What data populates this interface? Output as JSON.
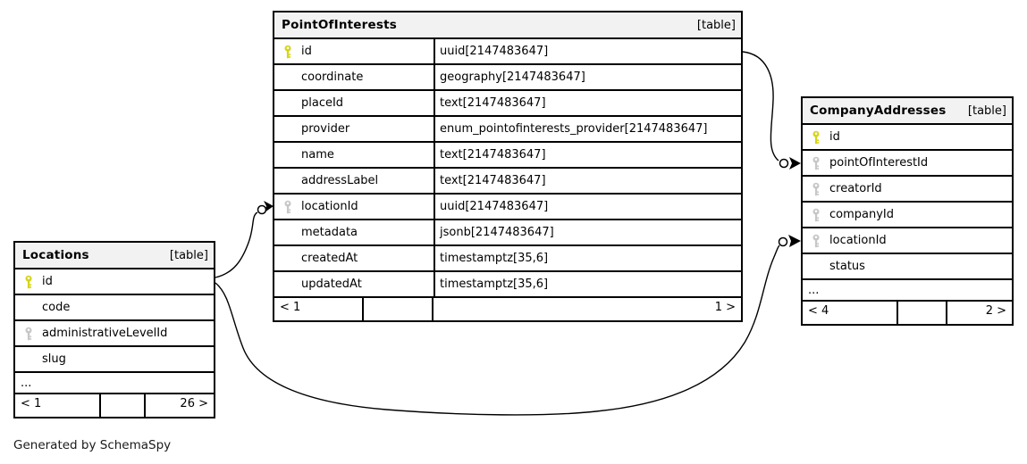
{
  "caption": "Generated by SchemaSpy",
  "colors": {
    "primary_key_icon": "#d5d516",
    "foreign_key_icon": "#c7c7c7",
    "header_background": "#f2f2f2",
    "border": "#000000"
  },
  "tables": {
    "pointofinterests": {
      "title": "PointOfInterests",
      "tag": "[table]",
      "columns": [
        {
          "name": "id",
          "type": "uuid[2147483647]",
          "key": "primary"
        },
        {
          "name": "coordinate",
          "type": "geography[2147483647]",
          "key": "none"
        },
        {
          "name": "placeId",
          "type": "text[2147483647]",
          "key": "none"
        },
        {
          "name": "provider",
          "type": "enum_pointofinterests_provider[2147483647]",
          "key": "none"
        },
        {
          "name": "name",
          "type": "text[2147483647]",
          "key": "none"
        },
        {
          "name": "addressLabel",
          "type": "text[2147483647]",
          "key": "none"
        },
        {
          "name": "locationId",
          "type": "uuid[2147483647]",
          "key": "foreign"
        },
        {
          "name": "metadata",
          "type": "jsonb[2147483647]",
          "key": "none"
        },
        {
          "name": "createdAt",
          "type": "timestamptz[35,6]",
          "key": "none"
        },
        {
          "name": "updatedAt",
          "type": "timestamptz[35,6]",
          "key": "none"
        }
      ],
      "footer": {
        "left": "< 1",
        "right": "1 >"
      }
    },
    "companyaddresses": {
      "title": "CompanyAddresses",
      "tag": "[table]",
      "columns": [
        {
          "name": "id",
          "key": "primary"
        },
        {
          "name": "pointOfInterestId",
          "key": "foreign"
        },
        {
          "name": "creatorId",
          "key": "foreign"
        },
        {
          "name": "companyId",
          "key": "foreign"
        },
        {
          "name": "locationId",
          "key": "foreign"
        },
        {
          "name": "status",
          "key": "none"
        }
      ],
      "ellipsis": "...",
      "footer": {
        "left": "< 4",
        "right": "2 >"
      }
    },
    "locations": {
      "title": "Locations",
      "tag": "[table]",
      "columns": [
        {
          "name": "id",
          "key": "primary"
        },
        {
          "name": "code",
          "key": "none"
        },
        {
          "name": "administrativeLevelId",
          "key": "foreign"
        },
        {
          "name": "slug",
          "key": "none"
        }
      ],
      "ellipsis": "...",
      "footer": {
        "left": "< 1",
        "right": "26 >"
      }
    }
  },
  "relationships": [
    {
      "from": "PointOfInterests.id",
      "to": "CompanyAddresses.pointOfInterestId"
    },
    {
      "from": "Locations.id",
      "to": "PointOfInterests.locationId"
    },
    {
      "from": "Locations.id",
      "to": "CompanyAddresses.locationId"
    }
  ]
}
